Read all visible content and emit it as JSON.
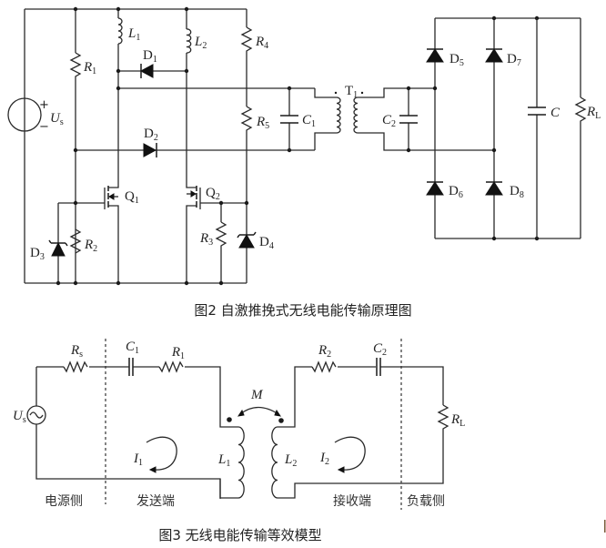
{
  "figure2": {
    "caption": "图2   自激推挽式无线电能传输原理图",
    "source": {
      "symbol": "U",
      "sub": "s",
      "plus": "+",
      "minus": "−"
    },
    "components": {
      "R1": {
        "symbol": "R",
        "sub": "1"
      },
      "R2": {
        "symbol": "R",
        "sub": "2"
      },
      "R3": {
        "symbol": "R",
        "sub": "3"
      },
      "R4": {
        "symbol": "R",
        "sub": "4"
      },
      "R5": {
        "symbol": "R",
        "sub": "5"
      },
      "L1": {
        "symbol": "L",
        "sub": "1"
      },
      "L2": {
        "symbol": "L",
        "sub": "2"
      },
      "C1": {
        "symbol": "C",
        "sub": "1"
      },
      "C2": {
        "symbol": "C",
        "sub": "2"
      },
      "C": {
        "symbol": "C",
        "sub": ""
      },
      "RL": {
        "symbol": "R",
        "sub": "L"
      },
      "T1": {
        "symbol": "T",
        "sub": "1"
      },
      "Q1": {
        "symbol": "Q",
        "sub": "1"
      },
      "Q2": {
        "symbol": "Q",
        "sub": "2"
      },
      "D1": {
        "symbol": "D",
        "sub": "1"
      },
      "D2": {
        "symbol": "D",
        "sub": "2"
      },
      "D3": {
        "symbol": "D",
        "sub": "3"
      },
      "D4": {
        "symbol": "D",
        "sub": "4"
      },
      "D5": {
        "symbol": "D",
        "sub": "5"
      },
      "D6": {
        "symbol": "D",
        "sub": "6"
      },
      "D7": {
        "symbol": "D",
        "sub": "7"
      },
      "D8": {
        "symbol": "D",
        "sub": "8"
      }
    }
  },
  "figure3": {
    "caption": "图3   无线电能传输等效模型",
    "source": {
      "symbol": "U",
      "sub": "s"
    },
    "components": {
      "Rs": {
        "symbol": "R",
        "sub": "s"
      },
      "C1": {
        "symbol": "C",
        "sub": "1"
      },
      "R1": {
        "symbol": "R",
        "sub": "1"
      },
      "M": {
        "symbol": "M",
        "sub": ""
      },
      "R2": {
        "symbol": "R",
        "sub": "2"
      },
      "C2": {
        "symbol": "C",
        "sub": "2"
      },
      "L1": {
        "symbol": "L",
        "sub": "1"
      },
      "L2": {
        "symbol": "L",
        "sub": "2"
      },
      "I1": {
        "symbol": "I",
        "sub": "1"
      },
      "I2": {
        "symbol": "I",
        "sub": "2"
      },
      "RL": {
        "symbol": "R",
        "sub": "L"
      }
    },
    "zones": [
      "电源侧",
      "发送端",
      "接收端",
      "负载侧"
    ]
  }
}
